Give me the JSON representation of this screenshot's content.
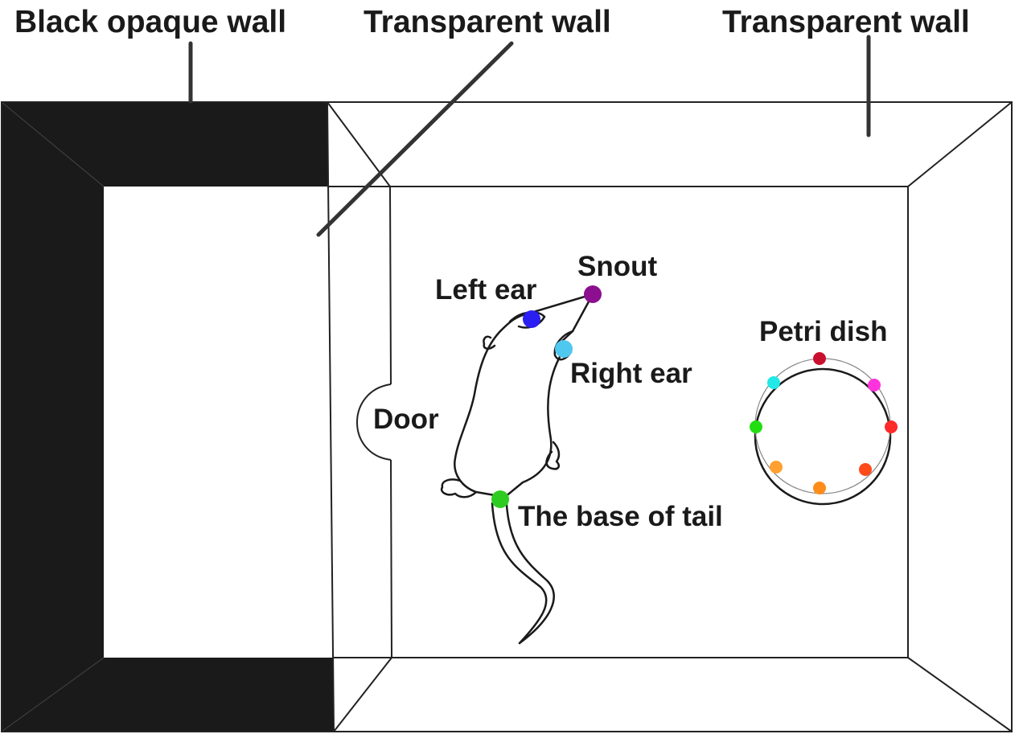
{
  "labels": {
    "black_wall": "Black opaque wall",
    "transparent_wall_left": "Transparent wall",
    "transparent_wall_right": "Transparent wall",
    "door": "Door",
    "snout": "Snout",
    "left_ear": "Left ear",
    "right_ear": "Right ear",
    "tail_base": "The base of tail",
    "petri_dish": "Petri dish"
  },
  "colors": {
    "black_wall": "#1a1a1a",
    "outline": "#222222",
    "snout": "#8b0f8f",
    "left_ear": "#2a1ef2",
    "right_ear": "#4fc8f0",
    "tail_base": "#2ecc20",
    "dish_points": [
      "#c8102e",
      "#ff33dd",
      "#ff2a2a",
      "#ff4a1a",
      "#ff8c1a",
      "#ffa030",
      "#22dd11",
      "#22e8e8"
    ]
  }
}
